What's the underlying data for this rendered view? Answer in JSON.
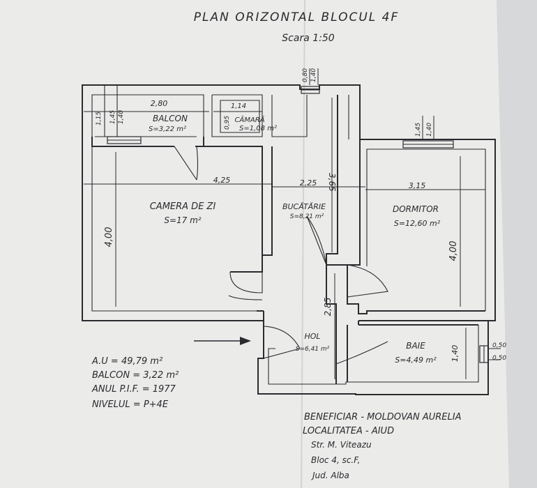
{
  "header": {
    "title": "PLAN ORIZONTAL BLOCUL 4F",
    "scale": "Scara 1:50"
  },
  "rooms": {
    "balcon": {
      "name": "BALCON",
      "area": "S=3,22 m²"
    },
    "camara": {
      "name": "CĂMARĂ",
      "area": "S=1,08 m²"
    },
    "camera_de_zi": {
      "name": "CAMERA DE ZI",
      "area": "S=17 m²"
    },
    "bucatarie": {
      "name": "BUCĂTĂRIE",
      "area": "S=8,21 m²"
    },
    "dormitor": {
      "name": "DORMITOR",
      "area": "S=12,60 m²"
    },
    "hol": {
      "name": "HOL",
      "area": "S=6,41 m²"
    },
    "baie": {
      "name": "BAIE",
      "area": "S=4,49 m²"
    }
  },
  "dimensions": {
    "balcon_width": "2,80",
    "balcon_depth": "1,15",
    "balcon_window_a": "1,45",
    "balcon_window_b": "1,40",
    "camara_width": "1,14",
    "camara_depth": "0,95",
    "kitchen_window_a": "0,80",
    "kitchen_window_b": "1,40",
    "kitchen_depth": "3,65",
    "dormitor_window_a": "1,45",
    "dormitor_window_b": "1,40",
    "camera_width": "4,25",
    "kitchen_width": "2,25",
    "dormitor_width": "3,15",
    "camera_depth": "4,00",
    "dormitor_depth": "4,00",
    "hol_depth": "2,85",
    "baie_depth": "1,40",
    "baie_window_a": "0,50",
    "baie_window_b": "0,50"
  },
  "summary": {
    "au": "A.U = 49,79 m²",
    "balcon": "BALCON = 3,22 m²",
    "anul": "ANUL P.I.F. = 1977",
    "nivelul": "NIVELUL = P+4E"
  },
  "owner": {
    "beneficiar": "BENEFICIAR - MOLDOVAN AURELIA",
    "localitatea": "LOCALITATEA - AIUD",
    "strada": "Str. M. Viteazu",
    "bloc": "Bloc 4, sc.F,",
    "judet": "Jud. Alba"
  },
  "colors": {
    "paper": "#ebebea",
    "ink": "#2b2b2f",
    "background": "#d9dbdc"
  }
}
